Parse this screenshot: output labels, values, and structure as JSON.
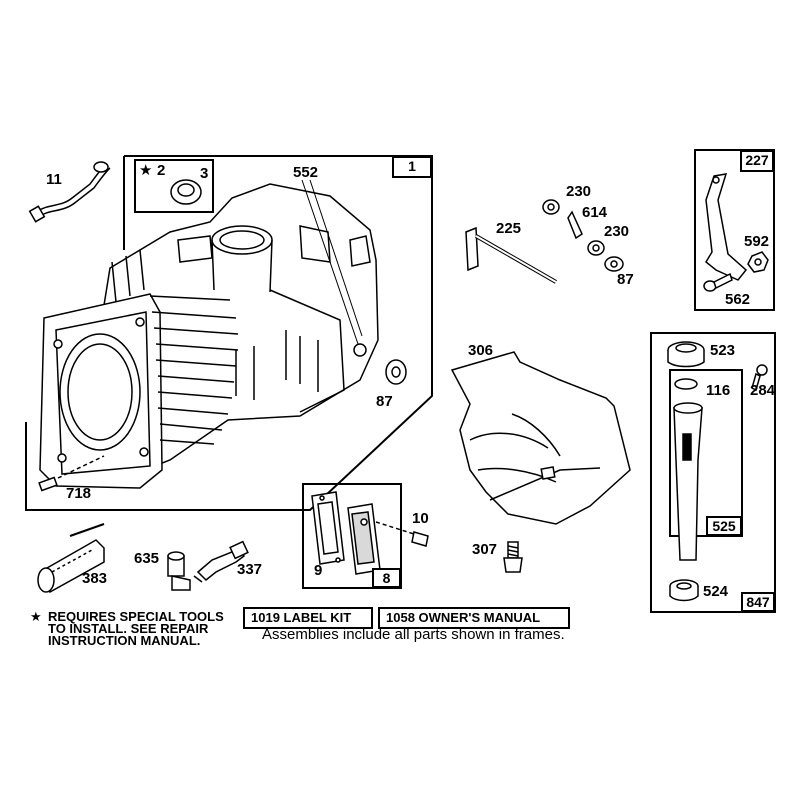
{
  "parts": {
    "p11": "11",
    "p2": "2",
    "p3": "3",
    "p552": "552",
    "p1": "1",
    "p87a": "87",
    "p718": "718",
    "p230a": "230",
    "p614": "614",
    "p230b": "230",
    "p225": "225",
    "p87b": "87",
    "p227": "227",
    "p592": "592",
    "p562": "562",
    "p306": "306",
    "p523": "523",
    "p116": "116",
    "p284": "284",
    "p525": "525",
    "p524": "524",
    "p847": "847",
    "p10": "10",
    "p9": "9",
    "p8": "8",
    "p307": "307",
    "p635": "635",
    "p337": "337",
    "p383": "383"
  },
  "star_symbol": "★",
  "footer": {
    "note_line1": "REQUIRES SPECIAL TOOLS",
    "note_line2": "TO INSTALL.  SEE REPAIR",
    "note_line3": "INSTRUCTION MANUAL.",
    "label_kit": "1019 LABEL KIT",
    "owners_manual": "1058 OWNER'S MANUAL",
    "assemblies": "Assemblies include all parts shown in frames."
  },
  "colors": {
    "ink": "#000000",
    "paper": "#ffffff",
    "shade": "#d9d9d9"
  }
}
